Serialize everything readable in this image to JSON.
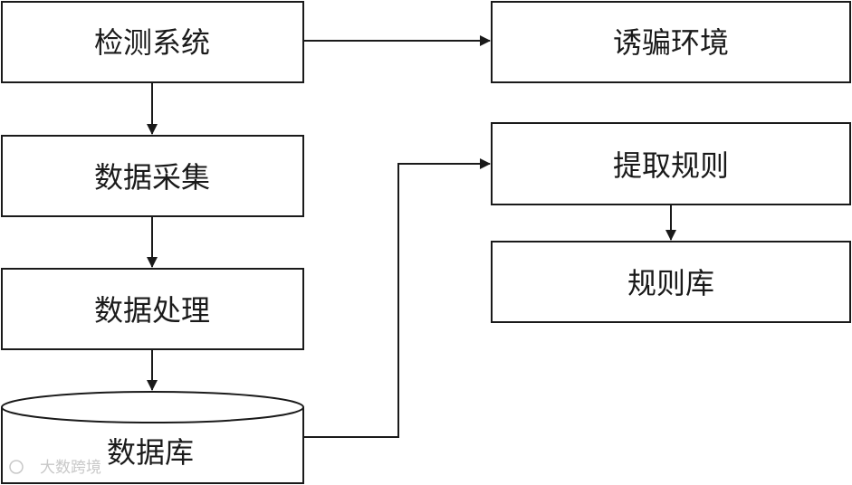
{
  "nodes": {
    "detection": "检测系统",
    "collection": "数据采集",
    "processing": "数据处理",
    "database": "数据库",
    "decoy": "诱骗环境",
    "extraction": "提取规则",
    "rulebase": "规则库"
  },
  "watermark": "大数跨境",
  "colors": {
    "stroke": "#1a1a1a",
    "background": "#ffffff",
    "watermark": "#c8c8c8"
  }
}
